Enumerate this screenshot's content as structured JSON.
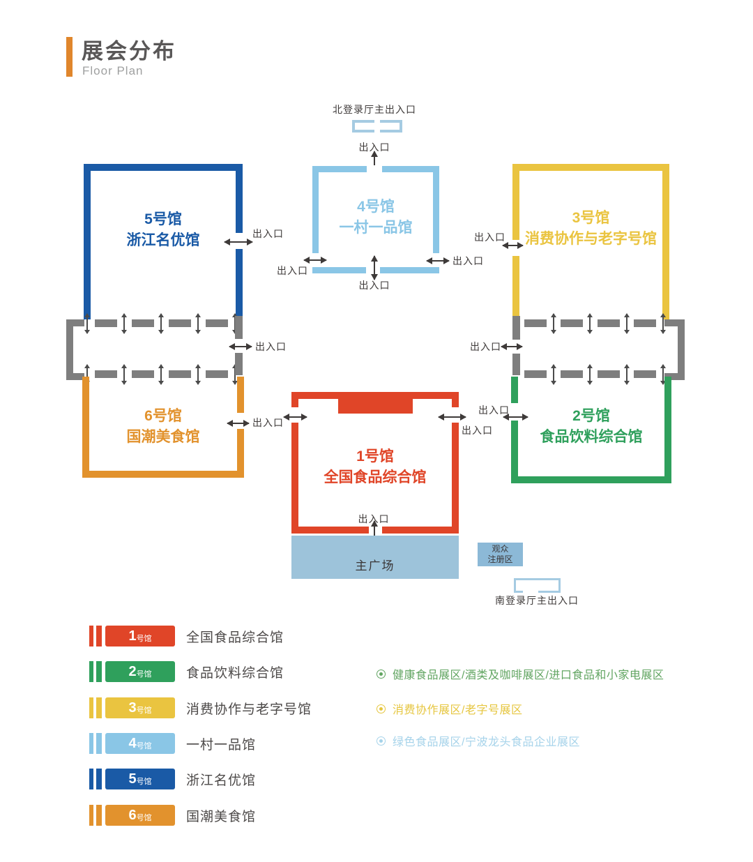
{
  "header": {
    "title": "展会分布",
    "subtitle": "Floor Plan",
    "accent_color": "#E0862C"
  },
  "labels": {
    "exit": "出入口",
    "north_entrance": "北登录厅主出入口",
    "south_entrance": "南登录厅主出入口",
    "main_plaza": "主广场",
    "visitor_reg_line1": "观众",
    "visitor_reg_line2": "注册区"
  },
  "halls": {
    "h1": {
      "number": "1号馆",
      "name": "全国食品综合馆",
      "color": "#E04528"
    },
    "h2": {
      "number": "2号馆",
      "name": "食品饮料综合馆",
      "color": "#2FA05C"
    },
    "h3": {
      "number": "3号馆",
      "name": "消费协作与老字号馆",
      "color": "#EAC440"
    },
    "h4": {
      "number": "4号馆",
      "name": "一村一品馆",
      "color": "#8AC6E6"
    },
    "h5": {
      "number": "5号馆",
      "name": "浙江名优馆",
      "color": "#1A5AA6"
    },
    "h6": {
      "number": "6号馆",
      "name": "国潮美食馆",
      "color": "#E2922D"
    }
  },
  "legend": {
    "items": [
      {
        "number": "1",
        "suffix": "号馆",
        "name": "全国食品综合馆",
        "color": "#E04528"
      },
      {
        "number": "2",
        "suffix": "号馆",
        "name": "食品饮料综合馆",
        "color": "#2FA05C"
      },
      {
        "number": "3",
        "suffix": "号馆",
        "name": "消费协作与老字号馆",
        "color": "#EAC440"
      },
      {
        "number": "4",
        "suffix": "号馆",
        "name": "一村一品馆",
        "color": "#8AC6E6"
      },
      {
        "number": "5",
        "suffix": "号馆",
        "name": "浙江名优馆",
        "color": "#1A5AA6"
      },
      {
        "number": "6",
        "suffix": "号馆",
        "name": "国潮美食馆",
        "color": "#E2922D"
      }
    ]
  },
  "zones": [
    {
      "text": "健康食品展区/酒类及咖啡展区/进口食品和小家电展区",
      "color": "#62A562"
    },
    {
      "text": "消费协作展区/老字号展区",
      "color": "#E6C63F"
    },
    {
      "text": "绿色食品展区/宁波龙头食品企业展区",
      "color": "#A6D3EA"
    }
  ],
  "map_colors": {
    "corridor_gray": "#7E7E7E",
    "plaza_fill": "#9DC3DA",
    "registration_fill": "#8CB9D7",
    "door_outline": "#A5CBE2"
  }
}
